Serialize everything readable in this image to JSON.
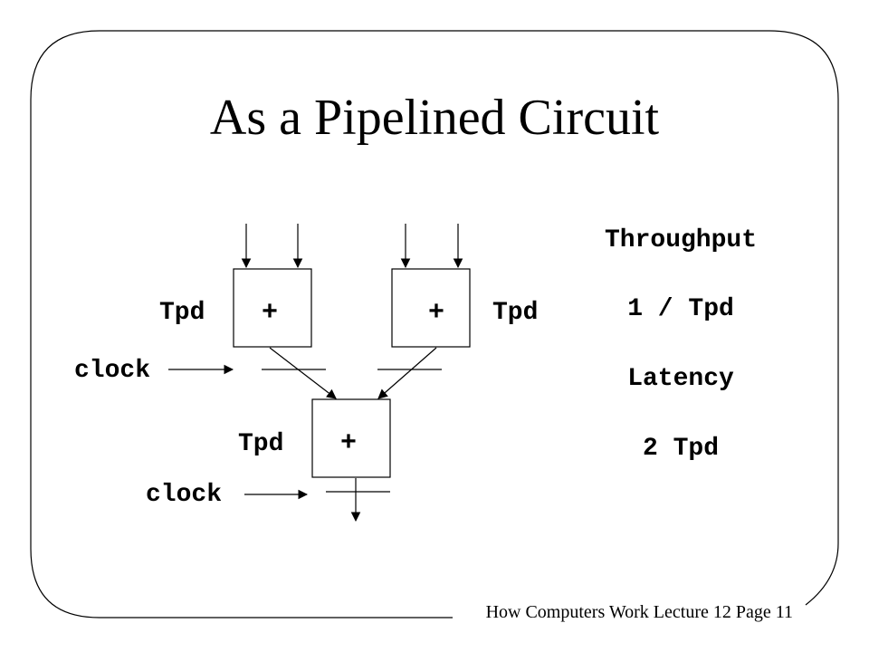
{
  "slide": {
    "title": "As a Pipelined Circuit",
    "footer": "How Computers Work Lecture 12 Page 11"
  },
  "diagram": {
    "adder_symbol": "+",
    "delay_label": "Tpd",
    "clock_label": "clock"
  },
  "metrics": {
    "throughput_label": "Throughput",
    "throughput_value": "1 / Tpd",
    "latency_label": "Latency",
    "latency_value": "2 Tpd"
  }
}
